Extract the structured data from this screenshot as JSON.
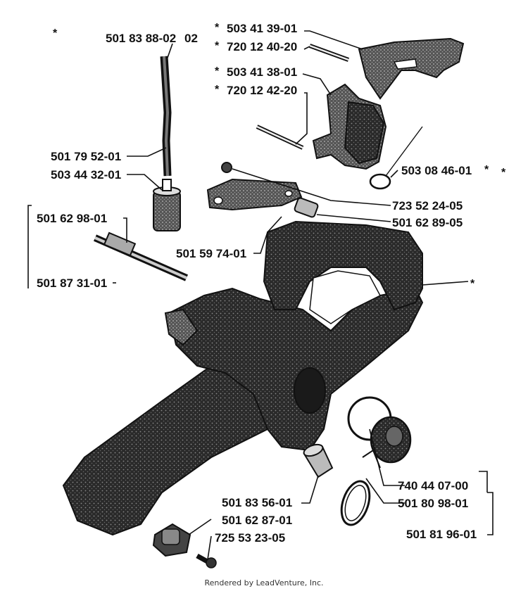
{
  "diagram": {
    "labels": [
      {
        "id": "p1",
        "text": "501 83 88-02",
        "asterisk": "*"
      },
      {
        "id": "p1b",
        "text": "02"
      },
      {
        "id": "p2",
        "text": "503 41 39-01",
        "asterisk": "*"
      },
      {
        "id": "p3",
        "text": "720 12 40-20",
        "asterisk": "*"
      },
      {
        "id": "p4",
        "text": "503 41 38-01",
        "asterisk": "*"
      },
      {
        "id": "p5",
        "text": "720 12 42-20",
        "asterisk": "*"
      },
      {
        "id": "p6",
        "text": "501 79 52-01"
      },
      {
        "id": "p7",
        "text": "503 44 32-01"
      },
      {
        "id": "p8",
        "text": "503 08 46-01",
        "asterisk": "*"
      },
      {
        "id": "p9",
        "text": "723 52 24-05"
      },
      {
        "id": "p10",
        "text": "501 62 98-01"
      },
      {
        "id": "p11",
        "text": "501 62 89-05"
      },
      {
        "id": "p12",
        "text": "501 59 74-01"
      },
      {
        "id": "p13",
        "text": "501 87 31-01"
      },
      {
        "id": "p14",
        "text": "740 44 07-00"
      },
      {
        "id": "p15",
        "text": "501 83 56-01"
      },
      {
        "id": "p16",
        "text": "501 80 98-01"
      },
      {
        "id": "p17",
        "text": "501 62 87-01"
      },
      {
        "id": "p18",
        "text": "501 81 96-01"
      },
      {
        "id": "p19",
        "text": "725 53 23-05"
      }
    ],
    "extra_asterisks": [
      "*",
      "*",
      "*"
    ],
    "footer": "Rendered by LeadVenture, Inc."
  }
}
